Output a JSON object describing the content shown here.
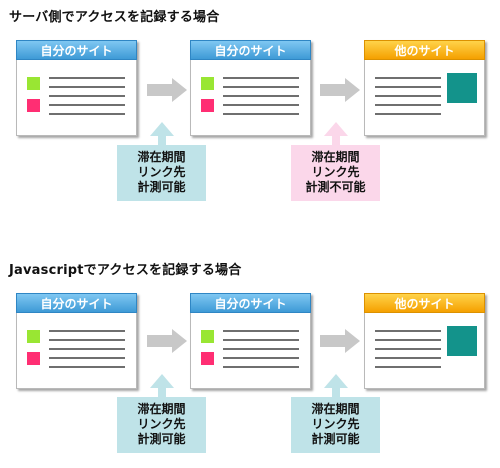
{
  "sections": [
    {
      "heading": "サーバ側でアクセスを記録する場合",
      "windows": [
        {
          "title": "自分のサイト",
          "kind": "own",
          "colors": [
            "#99e633",
            "#ff2e73"
          ]
        },
        {
          "title": "自分のサイト",
          "kind": "own",
          "colors": [
            "#99e633",
            "#ff2e73"
          ]
        },
        {
          "title": "他のサイト",
          "kind": "other",
          "image_color": "#13938b"
        }
      ],
      "notes": [
        {
          "line1": "滞在期間",
          "line2": "リンク先",
          "line3": "計測可能",
          "color": "#bfe3e8"
        },
        {
          "line1": "滞在期間",
          "line2": "リンク先",
          "line3": "計測不可能",
          "color": "#fbd7ea"
        }
      ]
    },
    {
      "heading": "Javascriptでアクセスを記録する場合",
      "windows": [
        {
          "title": "自分のサイト",
          "kind": "own",
          "colors": [
            "#99e633",
            "#ff2e73"
          ]
        },
        {
          "title": "自分のサイト",
          "kind": "own",
          "colors": [
            "#99e633",
            "#ff2e73"
          ]
        },
        {
          "title": "他のサイト",
          "kind": "other",
          "image_color": "#13938b"
        }
      ],
      "notes": [
        {
          "line1": "滞在期間",
          "line2": "リンク先",
          "line3": "計測可能",
          "color": "#bfe3e8"
        },
        {
          "line1": "滞在期間",
          "line2": "リンク先",
          "line3": "計測可能",
          "color": "#bfe3e8"
        }
      ]
    }
  ],
  "colors": {
    "own_title": "#3e9ad6",
    "other_title": "#f5a000",
    "arrow": "#c8c8c8",
    "note_possible": "#bfe3e8",
    "note_impossible": "#fbd7ea"
  }
}
